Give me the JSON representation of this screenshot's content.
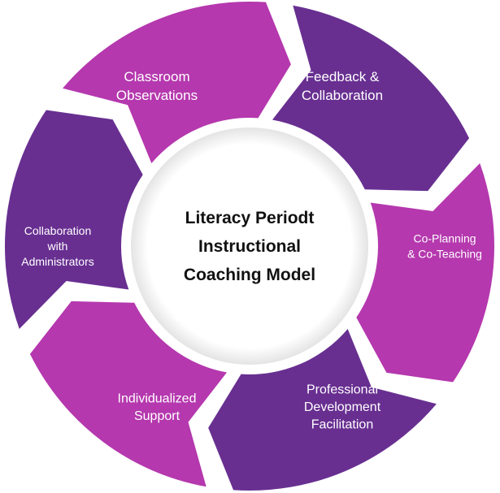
{
  "diagram": {
    "title_lines": [
      "Literacy Periodt",
      "Instructional",
      "Coaching Model"
    ],
    "colors": {
      "magenta": "#B538AE",
      "purple": "#682F91",
      "center_fill": "#ffffff",
      "center_shadow": "#e6e6e6",
      "label_text": "#ffffff",
      "title_text": "#111111"
    },
    "direction": "clockwise",
    "segments": [
      {
        "id": "classroom-observations",
        "lines": [
          "Classroom",
          "Observations"
        ],
        "color": "magenta"
      },
      {
        "id": "feedback-collaboration",
        "lines": [
          "Feedback &",
          "Collaboration"
        ],
        "color": "purple"
      },
      {
        "id": "co-planning-co-teaching",
        "lines": [
          "Co-Planning",
          "& Co-Teaching"
        ],
        "color": "magenta"
      },
      {
        "id": "professional-development-facilitation",
        "lines": [
          "Professional",
          "Development",
          "Facilitation"
        ],
        "color": "purple"
      },
      {
        "id": "individualized-support",
        "lines": [
          "Individualized",
          "Support"
        ],
        "color": "magenta"
      },
      {
        "id": "collaboration-with-administrators",
        "lines": [
          "Collaboration",
          "with",
          "Administrators"
        ],
        "color": "purple"
      }
    ]
  }
}
